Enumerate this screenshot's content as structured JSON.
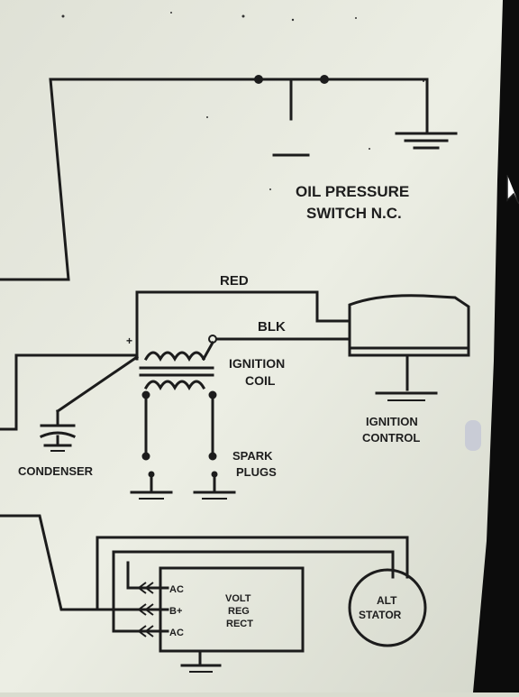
{
  "labels": {
    "oil_pressure_1": "OIL PRESSURE",
    "oil_pressure_2": "SWITCH N.C.",
    "red": "RED",
    "blk": "BLK",
    "ignition_coil_1": "IGNITION",
    "ignition_coil_2": "COIL",
    "ignition_control_1": "IGNITION",
    "ignition_control_2": "CONTROL",
    "condenser": "CONDENSER",
    "spark_plugs_1": "SPARK",
    "spark_plugs_2": "PLUGS",
    "ac_top": "AC",
    "b_plus": "B+",
    "ac_bottom": "AC",
    "volt": "VOLT",
    "reg": "REG",
    "rect": "RECT",
    "alt": "ALT",
    "stator": "STATOR",
    "plus": "+"
  },
  "colors": {
    "paper": "#e9ebe1",
    "ink": "#1c1c1c",
    "bezel": "#0c0c0c"
  }
}
